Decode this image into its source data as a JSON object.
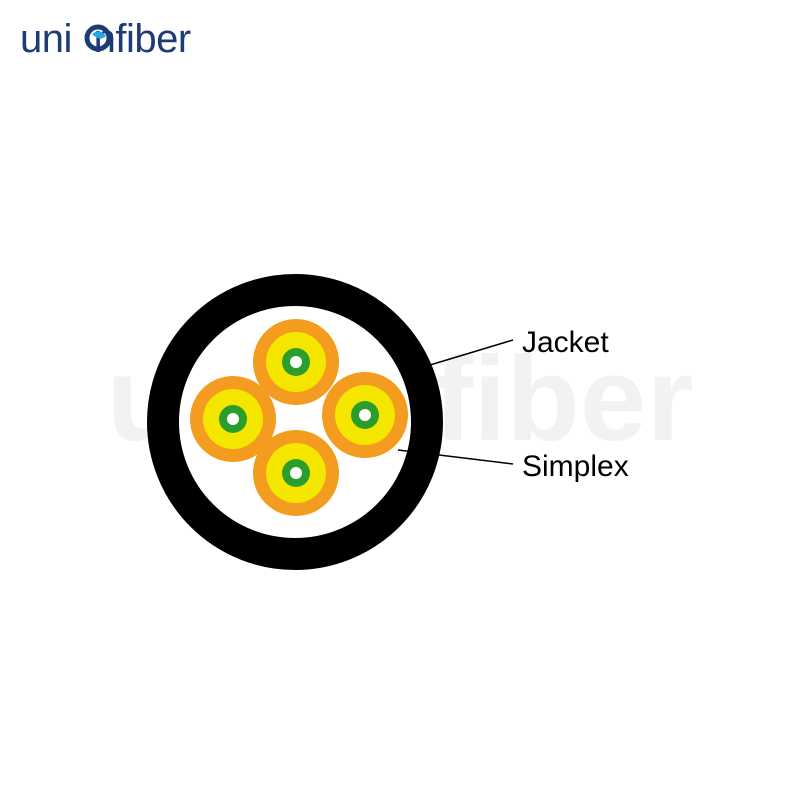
{
  "brand": {
    "name": "unionfiber",
    "part1": "uni",
    "part2": "nfiber",
    "color": "#1f3b73",
    "accent": "#29a8e0"
  },
  "watermark": {
    "text": "unionfiber"
  },
  "labels": {
    "jacket": "Jacket",
    "simplex": "Simplex"
  },
  "colors": {
    "jacket": "#000000",
    "simplex_outer": "#f39c1f",
    "simplex_middle": "#f5e600",
    "simplex_inner": "#2a9d2a",
    "fiber_core": "#ffffff"
  }
}
